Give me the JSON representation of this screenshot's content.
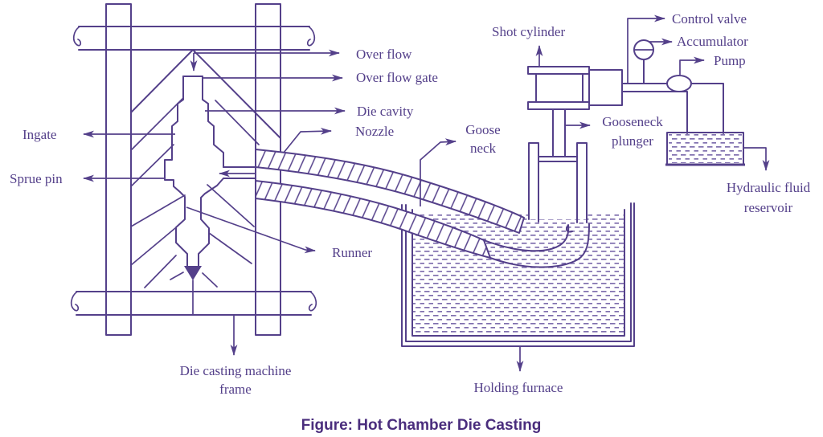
{
  "figure": {
    "caption": "Figure: Hot Chamber Die Casting"
  },
  "labels": {
    "over_flow": "Over flow",
    "over_flow_gate": "Over flow gate",
    "die_cavity": "Die cavity",
    "nozzle": "Nozzle",
    "ingate": "Ingate",
    "sprue_pin": "Sprue pin",
    "goose_neck": [
      "Goose",
      "neck"
    ],
    "runner": "Runner",
    "machine_frame": [
      "Die casting machine",
      "frame"
    ],
    "shot_cylinder": "Shot cylinder",
    "control_valve": "Control valve",
    "accumulator": "Accumulator",
    "pump": "Pump",
    "gooseneck_plunger": [
      "Gooseneck",
      "plunger"
    ],
    "hydraulic_reservoir": [
      "Hydraulic fluid",
      "reservoir"
    ],
    "holding_furnace": "Holding furnace"
  },
  "colors": {
    "ink": "#54408a",
    "caption": "#4a2d7d",
    "metal_dash": "#7f6fae",
    "background": "#ffffff"
  }
}
